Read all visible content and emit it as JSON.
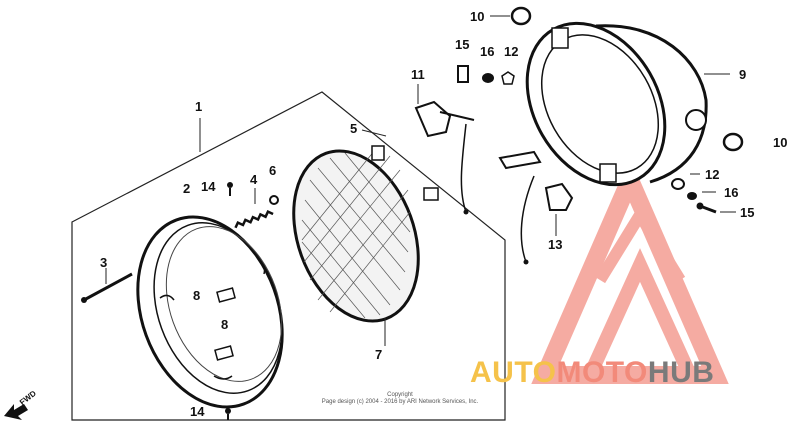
{
  "diagram": {
    "callouts": {
      "p1": "1",
      "p2": "2",
      "p3": "3",
      "p4": "4",
      "p5": "5",
      "p6": "6",
      "p7": "7",
      "p8a": "8",
      "p8b": "8",
      "p9": "9",
      "p10a": "10",
      "p10b": "10",
      "p11": "11",
      "p12a": "12",
      "p12b": "12",
      "p13": "13",
      "p14a": "14",
      "p14b": "14",
      "p15a": "15",
      "p15b": "15",
      "p16a": "16",
      "p16b": "16"
    },
    "copyright_line1": "Copyright",
    "copyright_line2": "Page design (c) 2004 - 2016 by ARI Network Services, Inc.",
    "fwd_label": "FWD"
  },
  "watermark": {
    "part1": "AUTO",
    "part2": "MOTO",
    "part3": "HUB",
    "colors": {
      "auto": "#f5c24a",
      "moto": "#f28a7a",
      "hub": "#7a7a7a",
      "logo": "#f28a7a"
    }
  }
}
